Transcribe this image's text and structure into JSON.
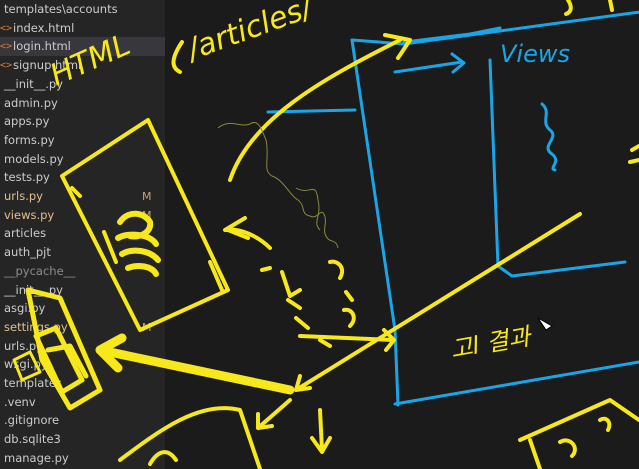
{
  "explorer": {
    "items": [
      {
        "label": "templates\\accounts",
        "icon": "",
        "modified": false
      },
      {
        "label": "index.html",
        "icon": "<>",
        "modified": false
      },
      {
        "label": "login.html",
        "icon": "<>",
        "modified": false,
        "active": true
      },
      {
        "label": "signup.html",
        "icon": "<>",
        "modified": false
      },
      {
        "label": "__init__.py",
        "icon": "",
        "modified": false
      },
      {
        "label": "admin.py",
        "icon": "",
        "modified": false
      },
      {
        "label": "apps.py",
        "icon": "",
        "modified": false
      },
      {
        "label": "forms.py",
        "icon": "",
        "modified": false
      },
      {
        "label": "models.py",
        "icon": "",
        "modified": false
      },
      {
        "label": "tests.py",
        "icon": "",
        "modified": false
      },
      {
        "label": "urls.py",
        "icon": "",
        "modified": true,
        "badge": "M"
      },
      {
        "label": "views.py",
        "icon": "",
        "modified": true,
        "badge": "M"
      },
      {
        "label": "articles",
        "icon": "",
        "modified": false
      },
      {
        "label": "auth_pjt",
        "icon": "",
        "modified": false
      },
      {
        "label": "__pycache__",
        "icon": "",
        "modified": false,
        "dim": true
      },
      {
        "label": "__init__.py",
        "icon": "",
        "modified": false
      },
      {
        "label": "asgi.py",
        "icon": "",
        "modified": false
      },
      {
        "label": "settings.py",
        "icon": "",
        "modified": true,
        "badge": "M"
      },
      {
        "label": "urls.py",
        "icon": "",
        "modified": false
      },
      {
        "label": "wsgi.py",
        "icon": "",
        "modified": false
      },
      {
        "label": "templates",
        "icon": "",
        "modified": false
      },
      {
        "label": ".venv",
        "icon": "",
        "modified": false
      },
      {
        "label": ".gitignore",
        "icon": "",
        "modified": false
      },
      {
        "label": "db.sqlite3",
        "icon": "",
        "modified": false
      },
      {
        "label": "manage.py",
        "icon": "",
        "modified": false
      }
    ]
  },
  "annotations": {
    "html_label": "HTML",
    "articles_label": "/articles/",
    "views_label": "Views",
    "korean_label": "고l 결과"
  },
  "colors": {
    "sidebar_bg": "#252526",
    "canvas_bg": "#1b1b1b",
    "yellow_ink": "#f7e81b",
    "blue_ink": "#1aa6e6",
    "html_icon": "#e37933"
  }
}
